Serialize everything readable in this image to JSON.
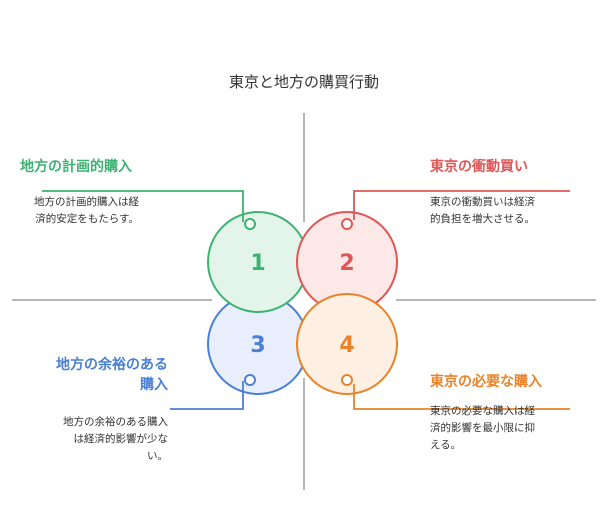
{
  "title": "東京と地方の購買行動",
  "colors": {
    "green": "#3cb371",
    "red": "#e05555",
    "blue": "#4a7fd4",
    "orange": "#e8832a",
    "axis": "#9e9e9e"
  },
  "sections": [
    {
      "number": "1",
      "heading": "地方の計画的購入",
      "desc_lines": [
        "地方の計画的購入は経",
        "済的安定をもたらす。"
      ]
    },
    {
      "number": "2",
      "heading": "東京の衝動買い",
      "desc_lines": [
        "東京の衝動買いは経済",
        "的負担を増大させる。"
      ]
    },
    {
      "number": "3",
      "heading_lines": [
        "地方の余裕のある",
        "購入"
      ],
      "desc_lines": [
        "地方の余裕のある購入",
        "は経済的影響が少な",
        "い。"
      ]
    },
    {
      "number": "4",
      "heading": "東京の必要な購入",
      "desc_lines": [
        "東京の必要な購入は経",
        "済的影響を最小限に抑",
        "える。"
      ]
    }
  ]
}
